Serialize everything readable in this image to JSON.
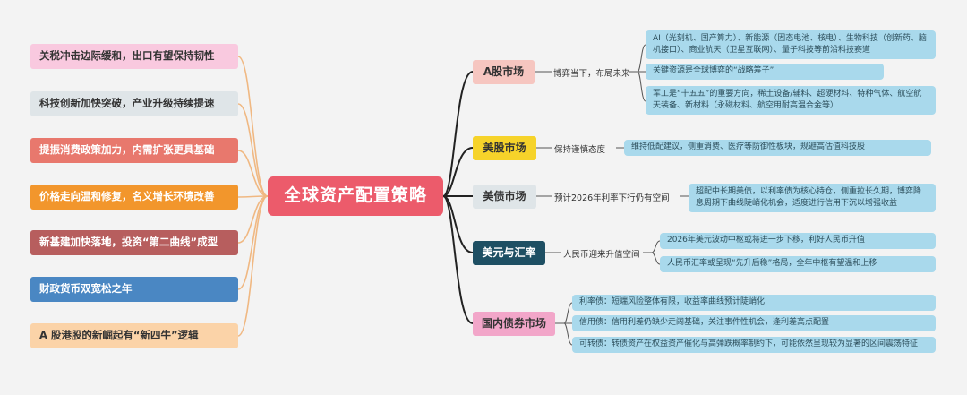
{
  "center_title": "全球资产配置策略",
  "left_items": [
    {
      "label": "关税冲击边际缓和，出口有望保持韧性",
      "bg": "#f9c9df",
      "color": "#333333"
    },
    {
      "label": "科技创新加快突破，产业升级持续提速",
      "bg": "#dfe5e8",
      "color": "#333333"
    },
    {
      "label": "提振消费政策加力，内需扩张更具基础",
      "bg": "#e8786d",
      "color": "#ffffff"
    },
    {
      "label": "价格走向温和修复，名义增长环境改善",
      "bg": "#f2962c",
      "color": "#ffffff"
    },
    {
      "label": "新基建加快落地，投资“第二曲线”成型",
      "bg": "#b75e5e",
      "color": "#ffffff"
    },
    {
      "label": "财政货币双宽松之年",
      "bg": "#4a87c3",
      "color": "#ffffff"
    },
    {
      "label": "A 股港股的新崛起有“新四牛”逻辑",
      "bg": "#fbd3a8",
      "color": "#333333"
    }
  ],
  "branches": {
    "a_share": {
      "label": "A股市场",
      "bg": "#f6c6c0",
      "color": "#333333",
      "note": "博弈当下，布局未来",
      "leaves": [
        "AI（光刻机、国产算力）、新能源（固态电池、核电）、生物科技（创新药、脑机接口）、商业航天（卫星互联网）、量子科技等前沿科技赛道",
        "关键资源是全球博弈的“战略筹子”",
        "军工是“十五五”的重要方向，稀土设备/辅料、超硬材料、特种气体、航空航天装备、新材料（永磁材料、航空用耐高温合金等）"
      ]
    },
    "us_stock": {
      "label": "美股市场",
      "bg": "#f6d32a",
      "color": "#333333",
      "note": "保持谨慎态度",
      "leaves": [
        "维持低配建议，侧重消费、医疗等防御性板块，规避高估值科技股"
      ]
    },
    "us_bond": {
      "label": "美债市场",
      "bg": "#dfe5e8",
      "color": "#333333",
      "note": "预计2026年利率下行仍有空间",
      "leaves": [
        "超配中长期美债，以利率债为核心持仓，侧重拉长久期，博弈降息周期下曲线陡峭化机会，适度进行信用下沉以增强收益"
      ]
    },
    "usd_fx": {
      "label": "美元与汇率",
      "bg": "#1e4f63",
      "color": "#ffffff",
      "note": "人民币迎来升值空间",
      "leaves": [
        "2026年美元波动中枢或将进一步下移，利好人民币升值",
        "人民币汇率或呈现“先升后稳”格局，全年中枢有望温和上移"
      ]
    },
    "cn_bond": {
      "label": "国内债券市场",
      "bg": "#f2a6c9",
      "color": "#333333",
      "leaves": [
        "利率债：短端风险整体有限，收益率曲线预计陡峭化",
        "信用债：信用利差仍缺少走阔基础，关注事件性机会，逢利差高点配置",
        "可转债：转债资产在权益资产催化与高弹跌概率制约下，可能依然呈现较为显著的区间震荡特征"
      ]
    }
  }
}
